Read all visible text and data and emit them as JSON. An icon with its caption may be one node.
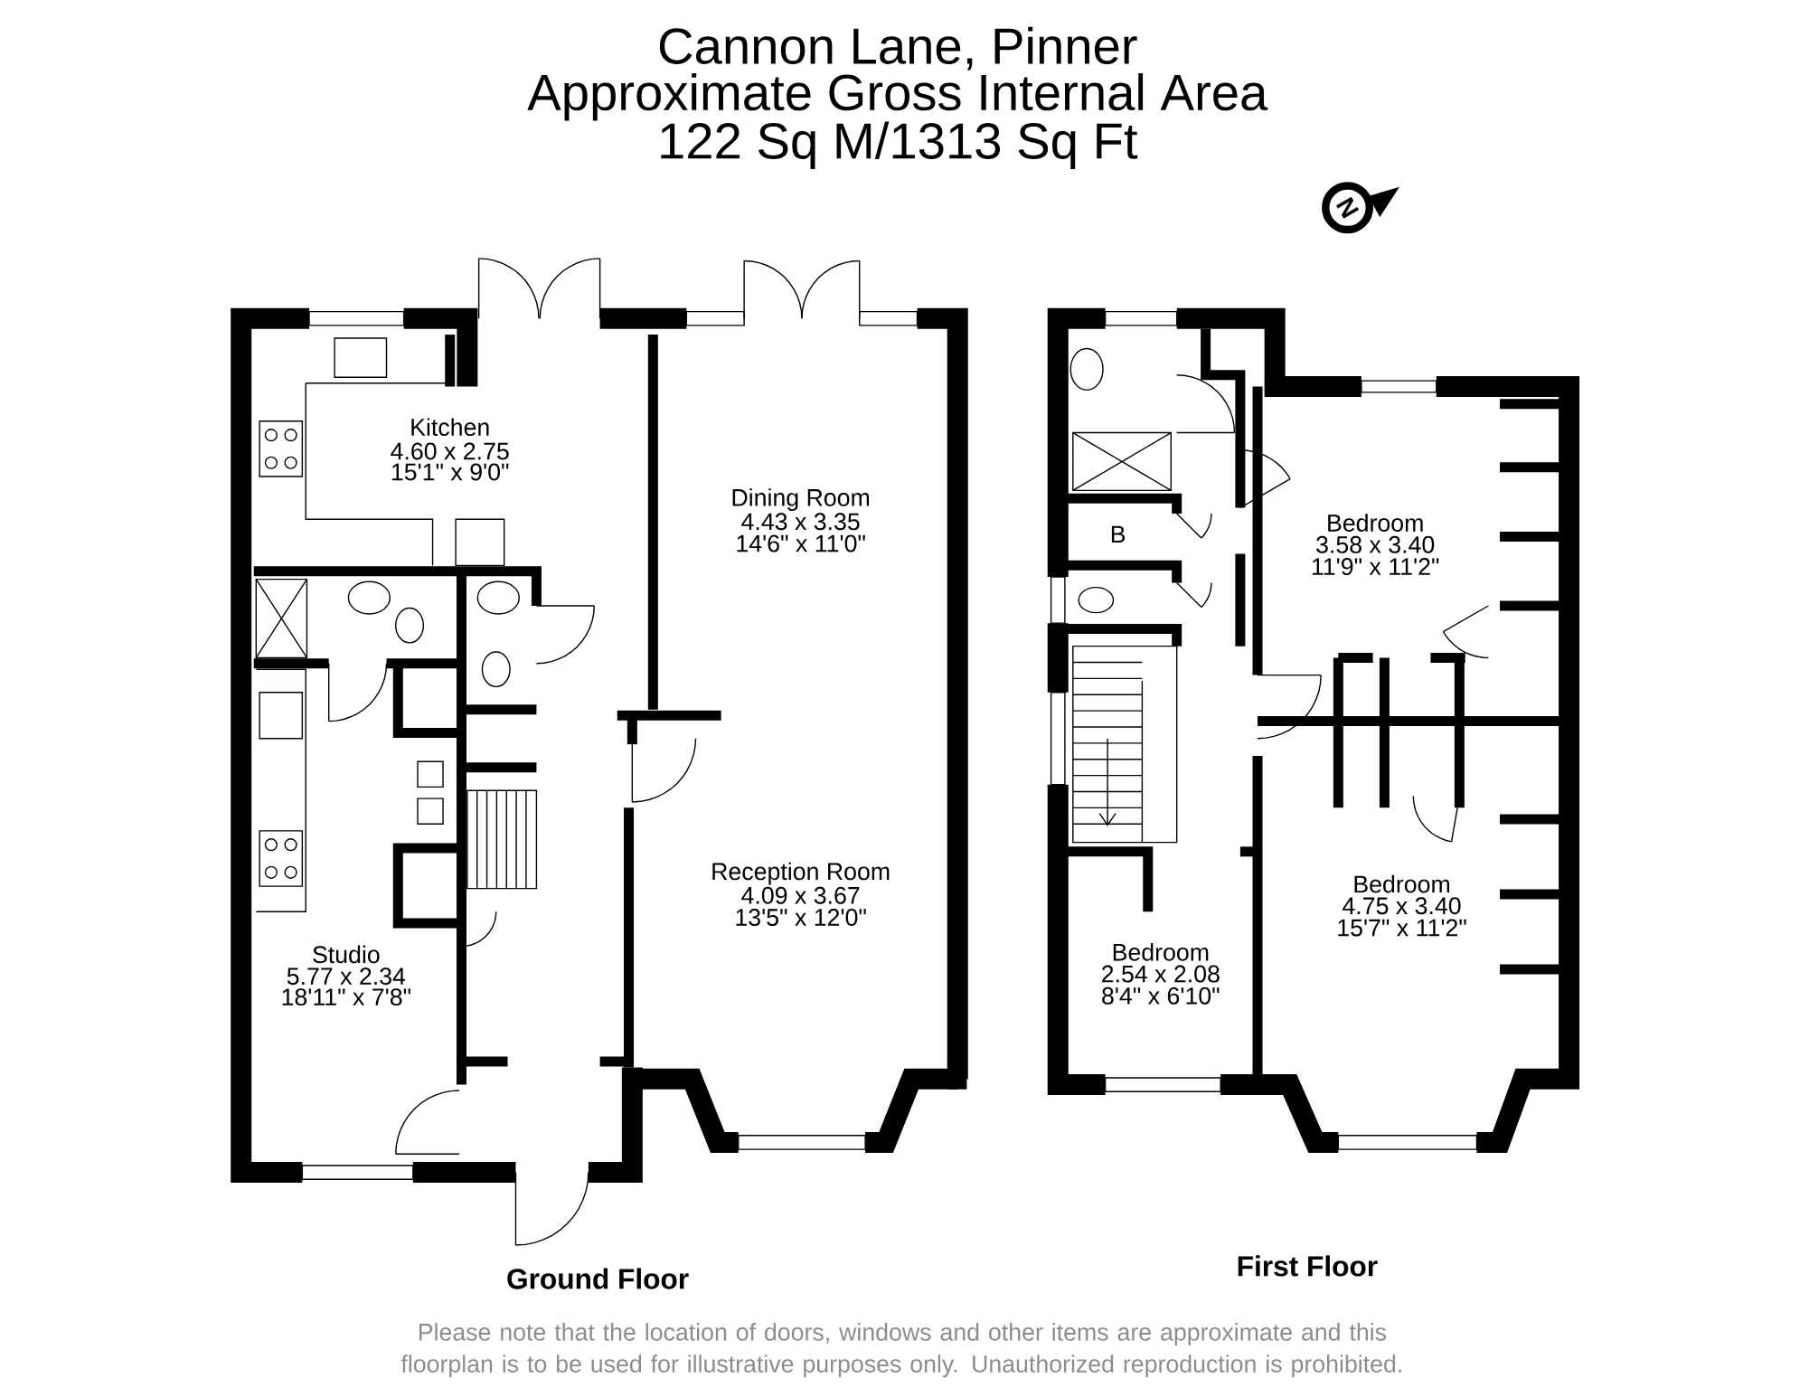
{
  "diagram": {
    "title": "Cannon Lane, Pinner",
    "labels": [
      "Approximate Gross Internal Area",
      "122 Sq M/1313 Sq Ft",
      "N",
      "Kitchen",
      "4.60 x 2.75",
      "15'1\" x 9'0\"",
      "Dining Room",
      "4.43 x 3.35",
      "14'6\" x 11'0\"",
      "Bedroom",
      "3.58 x 3.40",
      "11'9\" x 11'2\"",
      "B",
      "Reception Room",
      "4.09 x 3.67",
      "13'5\" x 12'0\"",
      "Bedroom",
      "4.75 x 3.40",
      "15'7\" x 11'2\"",
      "Bedroom",
      "2.54 x 2.08",
      "8'4\" x 6'10\"",
      "Studio",
      "5.77 x 2.34",
      "18'11\" x 7'8\"",
      "First Floor",
      "Ground Floor",
      "Please note that the location of doors, windows and other items are approximate and this floorplan is to be used for illustrative purposes only. Unauthorized reproduction is prohibited."
    ]
  }
}
